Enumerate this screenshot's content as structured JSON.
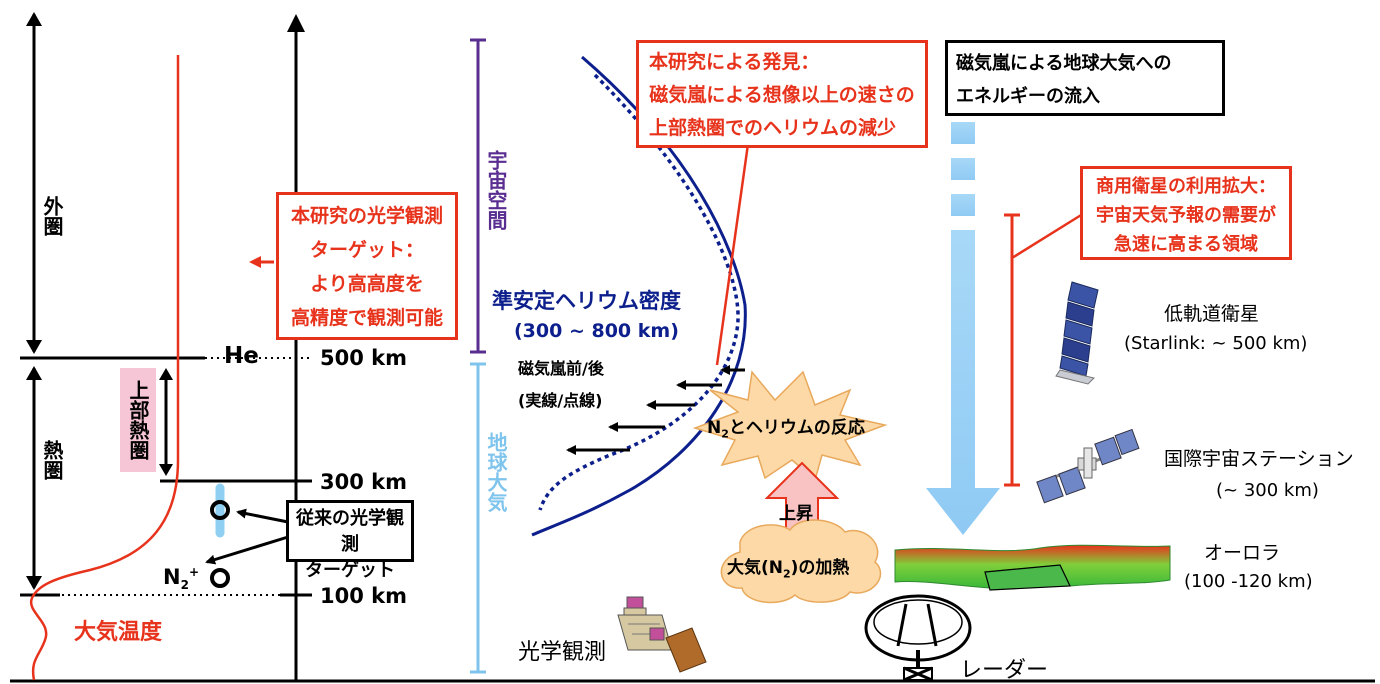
{
  "layers": {
    "exosphere": "外圏",
    "thermosphere": "熱圏",
    "upper_thermosphere": "上部熱圏",
    "space": "宇宙空間",
    "earth_atmosphere": "地球大気"
  },
  "altitudes": [
    "500 km",
    "300 km",
    "100 km"
  ],
  "labels": {
    "temperature": "大気温度",
    "he": "He",
    "n2plus_base": "N",
    "n2plus_sub": "2",
    "n2plus_sup": "+",
    "density_line1": "準安定ヘリウム密度",
    "density_line2": "(300 ~ 800 km)",
    "storm_line1": "磁気嵐前/後",
    "storm_line2": "(実線/点線)",
    "reaction_pre": "N",
    "reaction_sub": "2",
    "reaction_post": "とヘリウムの反応",
    "rise": "上昇",
    "heating": "大気(N",
    "heating_sub": "2",
    "heating_post": ")の加熱",
    "optical": "光学観測",
    "radar": "レーダー"
  },
  "boxes": {
    "this_target": [
      "本研究の光学観測",
      "ターゲット：",
      "より高高度を",
      "高精度で観測可能"
    ],
    "conventional": [
      "従来の光学観測",
      "ターゲット"
    ],
    "discovery": [
      "本研究による発見：",
      "磁気嵐による想像以上の速さの",
      "上部熱圏でのヘリウムの減少"
    ],
    "energy": [
      "磁気嵐による地球大気への",
      "エネルギーの流入"
    ],
    "commercial": [
      "商用衛星の利用拡大：",
      "宇宙天気予報の需要が",
      "急速に高まる領域"
    ]
  },
  "objects": {
    "leo_name": "低軌道衛星",
    "leo_alt": "(Starlink: ~ 500 km)",
    "iss_name": "国際宇宙ステーション",
    "iss_alt": "(~ 300 km)",
    "aurora_name": "オーロラ",
    "aurora_alt": "(100 -120 km)"
  },
  "colors": {
    "red": "#e8331c",
    "navy": "#0c1f8c",
    "purple": "#5a2d91",
    "lightblue": "#7fc4ec",
    "arrowblue": "#9dd1f5",
    "pink": "#f6c6d6"
  }
}
